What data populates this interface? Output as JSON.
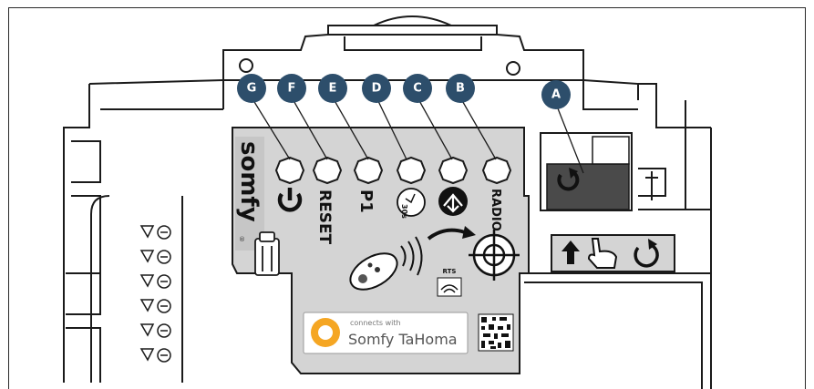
{
  "callouts": [
    {
      "letter": "G"
    },
    {
      "letter": "F"
    },
    {
      "letter": "E"
    },
    {
      "letter": "D"
    },
    {
      "letter": "C"
    },
    {
      "letter": "B"
    },
    {
      "letter": "A"
    }
  ],
  "brand": "somfy",
  "brand_mark": "®",
  "labels": {
    "reset": "RESET",
    "p1": "P1",
    "radio": "RADIO",
    "timer": "30s"
  },
  "rts_label": "RTS",
  "tahoma": {
    "small_text": "connects with",
    "large_text": "Somfy TaHoma"
  },
  "colors": {
    "callout_fill": "#2d4e6b",
    "panel_fill": "#d4d4d4",
    "tahoma_orange": "#f5a623",
    "button_dark": "#4a4a4a"
  },
  "icons": [
    "power-icon",
    "timer-icon",
    "bluetooth-icon",
    "remote-icon",
    "target-icon",
    "hand-press-icon",
    "arrow-up-icon",
    "circular-arrow-icon",
    "qr-code-icon"
  ]
}
